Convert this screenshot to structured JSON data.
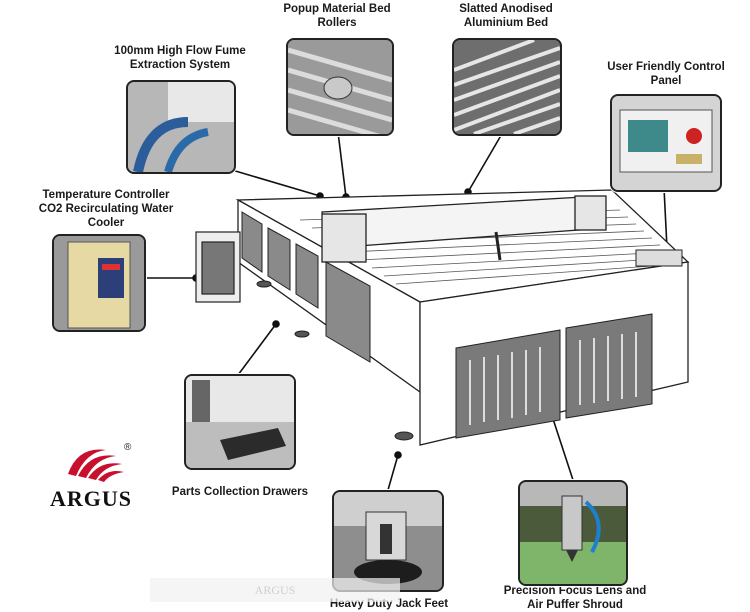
{
  "callouts": {
    "fume": "100mm High Flow Fume Extraction System",
    "rollers": "Popup Material Bed Rollers",
    "bed": "Slatted Anodised Aluminium Bed",
    "panel": "User Friendly Control Panel",
    "cooler": "Temperature Controller CO2 Recirculating Water Cooler",
    "drawers": "Parts Collection Drawers",
    "feet": "Heavy Duty Jack Feet",
    "lens": "Precision Focus Lens and Air Puffer Shroud"
  },
  "brand": {
    "name": "ARGUS",
    "mark": "®",
    "color": "#c8102e"
  },
  "footer_watermark": "ARGUS"
}
